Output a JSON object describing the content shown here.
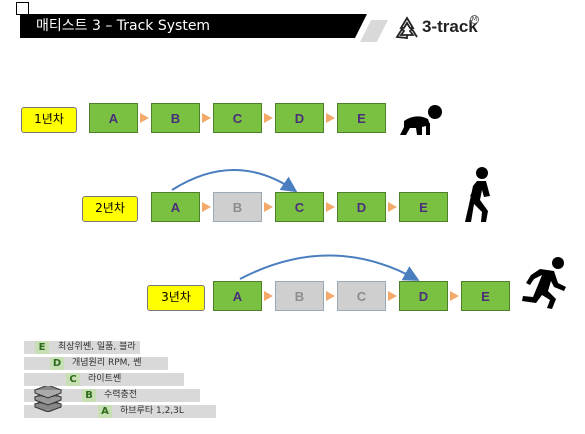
{
  "header": {
    "title": "매티스트 3 – Track System",
    "logo_text": "3-track",
    "logo_mark": "M"
  },
  "tracks": [
    {
      "year_label": "1년차",
      "steps": [
        {
          "label": "A",
          "state": "active"
        },
        {
          "label": "B",
          "state": "active"
        },
        {
          "label": "C",
          "state": "active"
        },
        {
          "label": "D",
          "state": "active"
        },
        {
          "label": "E",
          "state": "active"
        }
      ],
      "figure": "crawling-baby-icon"
    },
    {
      "year_label": "2년차",
      "steps": [
        {
          "label": "A",
          "state": "active"
        },
        {
          "label": "B",
          "state": "skipped"
        },
        {
          "label": "C",
          "state": "active"
        },
        {
          "label": "D",
          "state": "active"
        },
        {
          "label": "E",
          "state": "active"
        }
      ],
      "figure": "walking-person-icon",
      "jump": {
        "from": "A",
        "to": "C"
      }
    },
    {
      "year_label": "3년차",
      "steps": [
        {
          "label": "A",
          "state": "active"
        },
        {
          "label": "B",
          "state": "skipped"
        },
        {
          "label": "C",
          "state": "skipped"
        },
        {
          "label": "D",
          "state": "active"
        },
        {
          "label": "E",
          "state": "active"
        }
      ],
      "figure": "running-person-icon",
      "jump": {
        "from": "A",
        "to": "D"
      }
    }
  ],
  "legend": [
    {
      "letter": "E",
      "desc": "최상위쎈, 일품, 블라"
    },
    {
      "letter": "D",
      "desc": "개념원리 RPM, 쎈"
    },
    {
      "letter": "C",
      "desc": "라이트쎈"
    },
    {
      "letter": "B",
      "desc": "수력충전"
    },
    {
      "letter": "A",
      "desc": "하브루타 1,2,3L"
    }
  ],
  "colors": {
    "active_box": "#7ac142",
    "skipped_box": "#cfcfcf",
    "year_label": "#ffff00",
    "step_arrow": "#f2a96a",
    "jump_arc": "#4a7ebf",
    "box_text": "#4a2f7a"
  },
  "icons": {
    "logo": "recycle-icon",
    "legend": "book-stack-icon"
  }
}
